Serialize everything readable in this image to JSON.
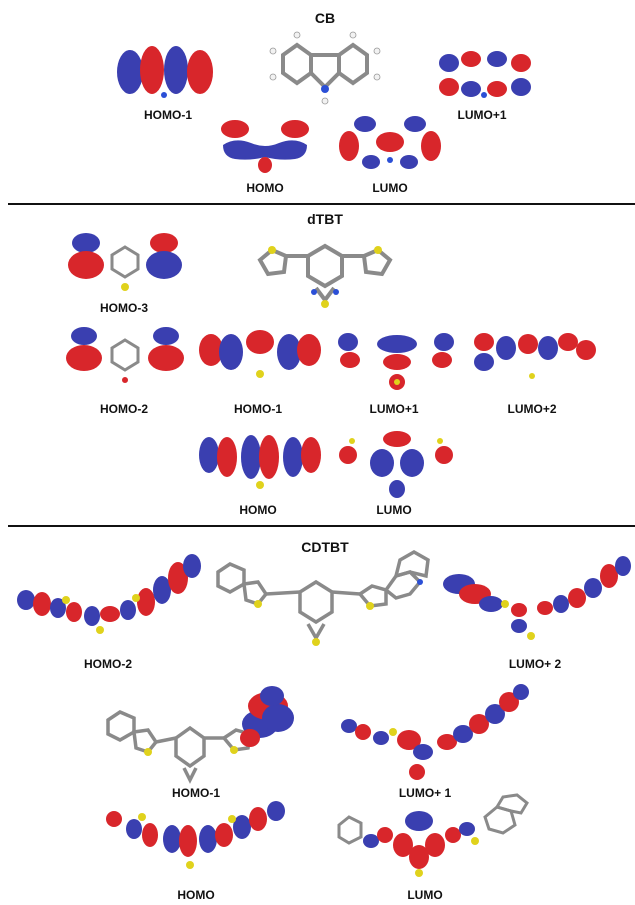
{
  "colors": {
    "positive_lobe": "#d8262b",
    "negative_lobe": "#3a3fb0",
    "carbon": "#8a8a8a",
    "hydrogen": "#f2f2f2",
    "nitrogen": "#2b4fd6",
    "sulfur": "#e0d21c"
  },
  "sections": [
    {
      "title": "CB",
      "orbitals": [
        "HOMO-1",
        "LUMO+1",
        "HOMO",
        "LUMO"
      ]
    },
    {
      "title": "dTBT",
      "orbitals": [
        "HOMO-3",
        "HOMO-2",
        "HOMO-1",
        "LUMO+1",
        "LUMO+2",
        "HOMO",
        "LUMO"
      ]
    },
    {
      "title": "CDTBT",
      "orbitals": [
        "HOMO-2",
        "LUMO+ 2",
        "HOMO-1",
        "LUMO+ 1",
        "HOMO",
        "LUMO"
      ]
    }
  ]
}
